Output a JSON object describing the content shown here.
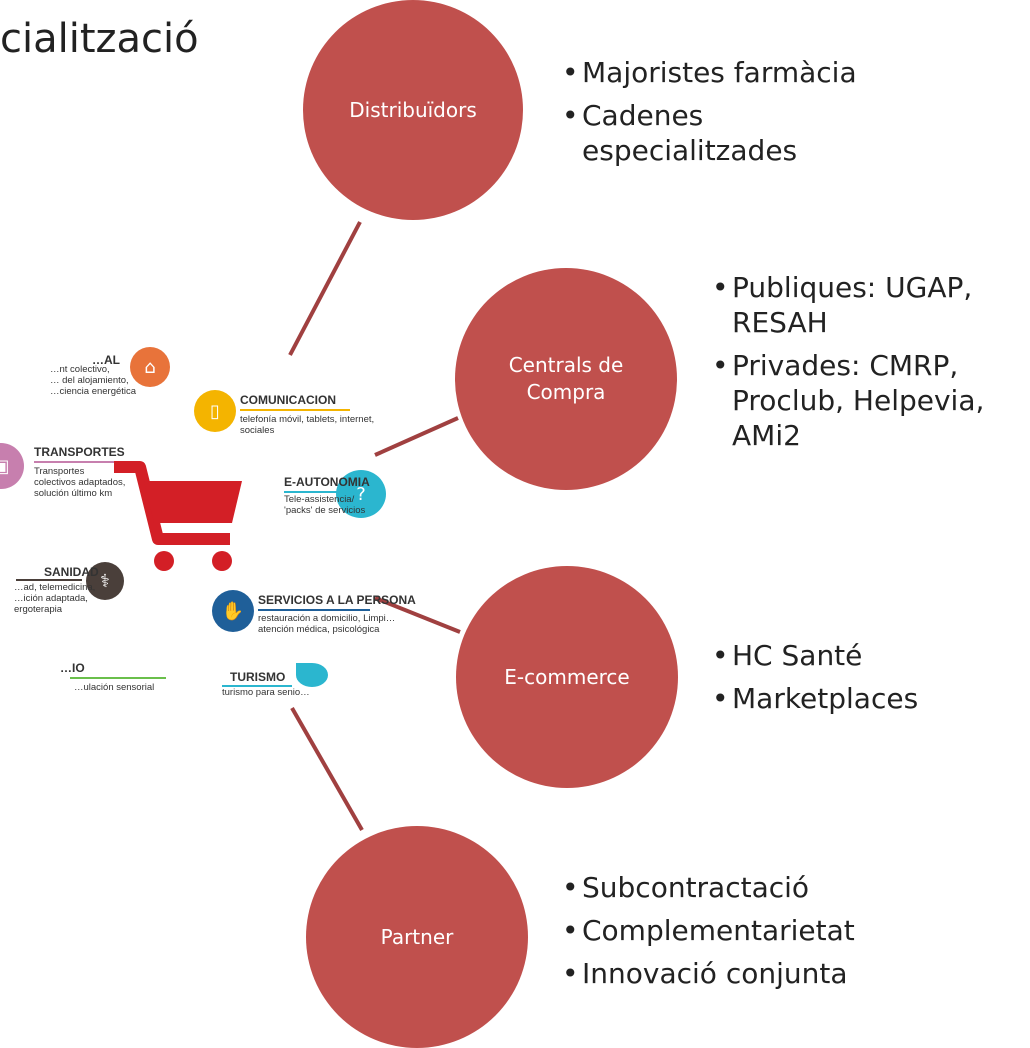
{
  "title": "cialització",
  "colors": {
    "node": "#c0504d",
    "connector": "#a04040",
    "node_text": "#ffffff"
  },
  "nodes": [
    {
      "id": "distribuidors",
      "label": "Distribuïdors",
      "bullets": [
        "Majoristes farmàcia",
        "Cadenes especialitzades"
      ]
    },
    {
      "id": "centrals",
      "label": "Centrals de Compra",
      "bullets": [
        "Publiques: UGAP, RESAH",
        "Privades: CMRP, Proclub, Helpevia, AMi2"
      ]
    },
    {
      "id": "ecommerce",
      "label": "E-commerce",
      "bullets": [
        "HC Santé",
        "Marketplaces"
      ]
    },
    {
      "id": "partner",
      "label": "Partner",
      "bullets": [
        "Subcontractació",
        "Complementarietat",
        "Innovació conjunta"
      ]
    }
  ],
  "infographic": {
    "center_icon": "shopping-cart-icon",
    "segments": [
      {
        "heading": "…AL",
        "text": "…nt colectivo,\n… del alojamiento,\n…ciencia energética",
        "icon": "house-icon",
        "color": "#e8733a"
      },
      {
        "heading": "COMUNICACION",
        "text": "telefonía móvil, tablets, internet,\nsociales",
        "icon": "tablet-icon",
        "color": "#f4b400"
      },
      {
        "heading": "TRANSPORTES",
        "text": "Transportes\ncolectivos adaptados,\nsolución último km",
        "icon": "bus-icon",
        "color": "#c77fae"
      },
      {
        "heading": "E-AUTONOMIA",
        "text": "Tele-assistencia/\n'packs' de servicios",
        "icon": "phone-icon",
        "color": "#2bb6cf"
      },
      {
        "heading": "SANIDAD",
        "text": "…ad, telemedicina,\n…ición adaptada,\nergoterapia",
        "icon": "caduceus-icon",
        "color": "#4a3f3a"
      },
      {
        "heading": "SERVICIOS A LA PERSONA",
        "text": "restauración a domicilio, Limpi…\natención médica, psicológica",
        "icon": "hand-icon",
        "color": "#1f5f99"
      },
      {
        "heading": "…IO",
        "text": "…ulación sensorial",
        "icon": "brain-icon",
        "color": "#6abf4b"
      },
      {
        "heading": "TURISMO",
        "text": "turismo para senio…",
        "icon": "plane-icon",
        "color": "#2bb6cf"
      }
    ]
  }
}
